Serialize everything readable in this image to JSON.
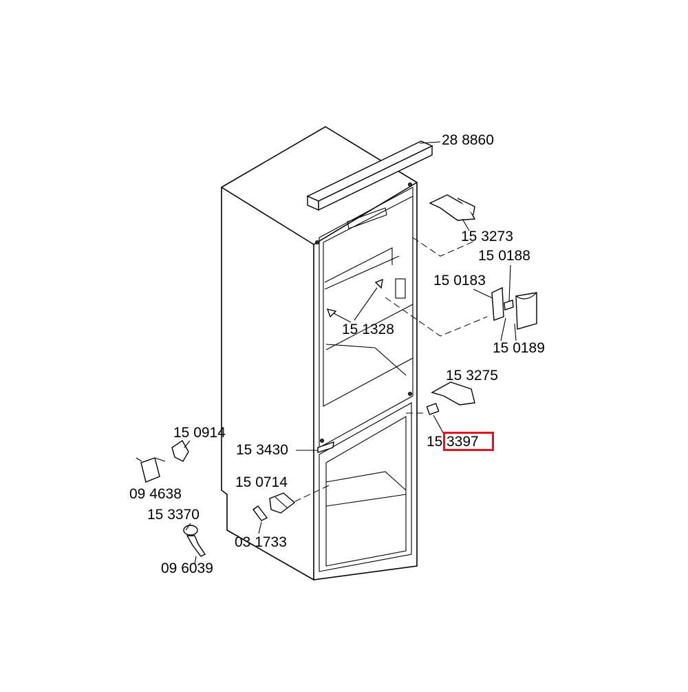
{
  "labels": {
    "p288860": "28 8860",
    "p153273": "15 3273",
    "p150188": "15 0188",
    "p150183": "15 0183",
    "p151328": "15 1328",
    "p150189": "15 0189",
    "p153275": "15 3275",
    "p153397_prefix": "15",
    "p153397_suffix": "3397",
    "p150914": "15 0914",
    "p153430": "15 3430",
    "p150714": "15 0714",
    "p094638": "09 4638",
    "p153370": "15 3370",
    "p031733": "03 1733",
    "p096039": "09 6039"
  },
  "highlight_color": "#e0141e"
}
